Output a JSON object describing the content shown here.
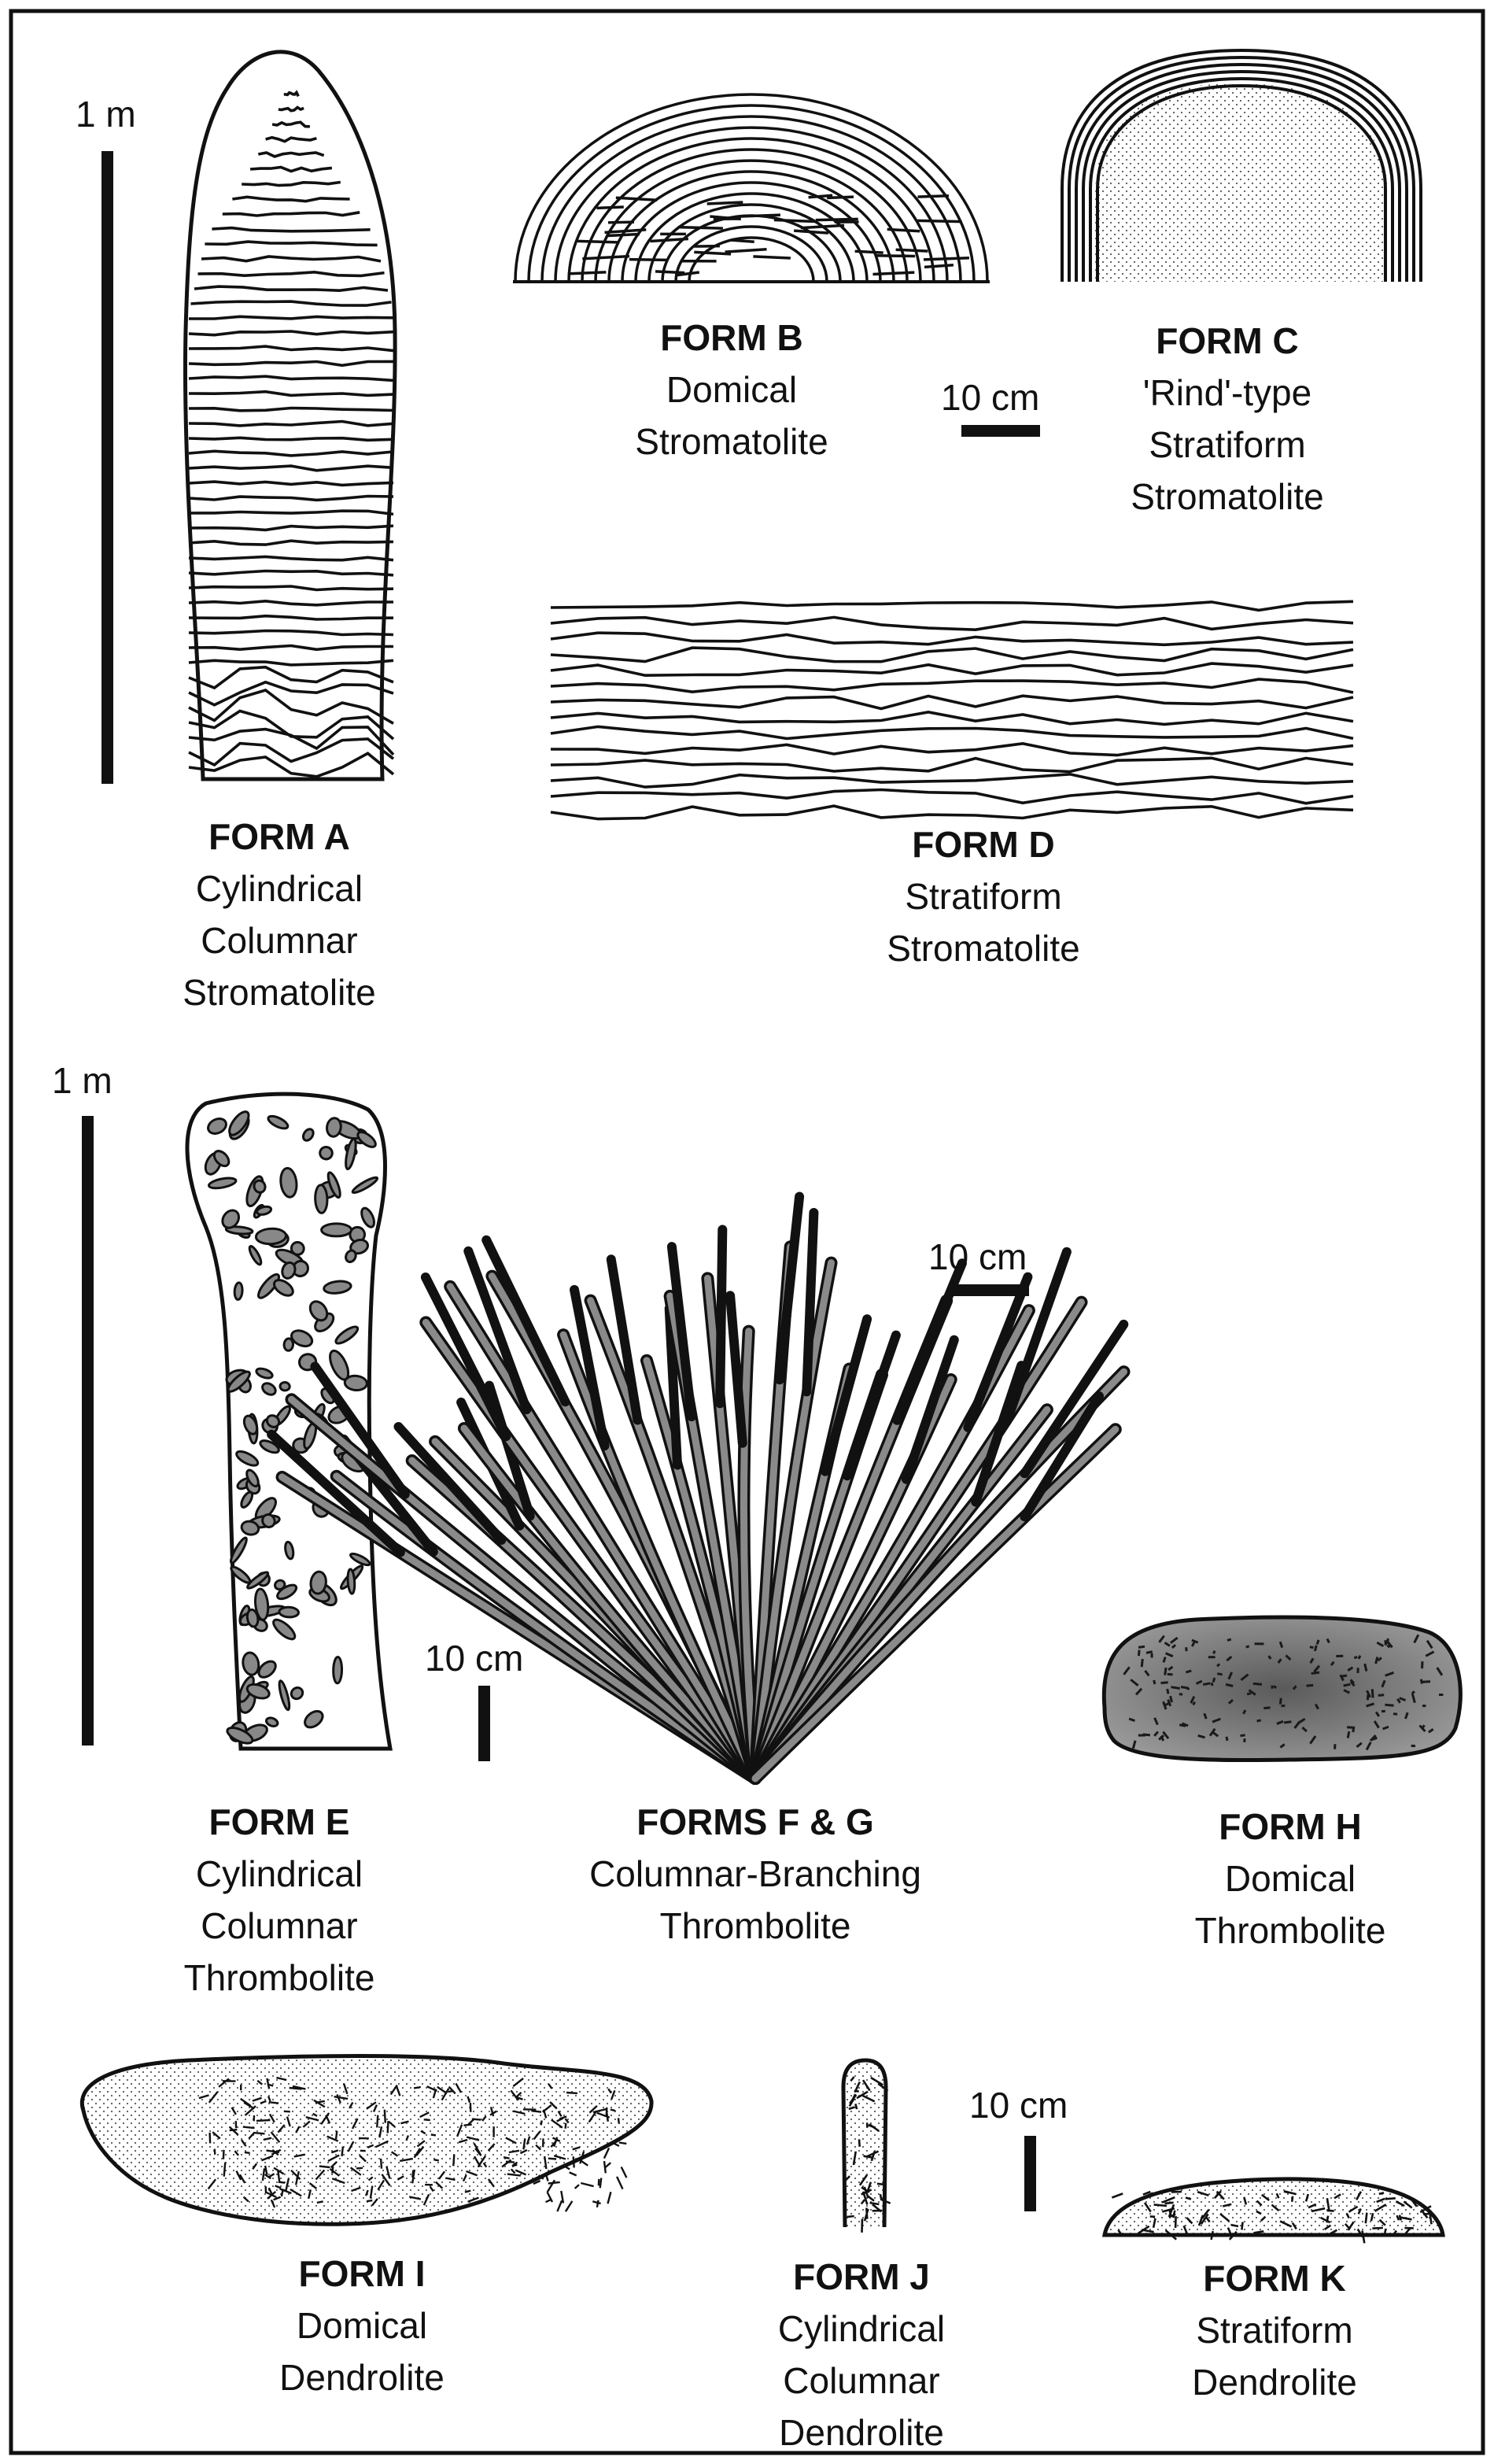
{
  "scales": {
    "top_1m": "1 m",
    "bc_10cm": "10 cm",
    "fg_10cm": "10 cm",
    "e_10cm": "10 cm",
    "jk_10cm": "10 cm",
    "bottom_1m": "1 m"
  },
  "forms": {
    "a": {
      "title": "FORM A",
      "desc": [
        "Cylindrical",
        "Columnar",
        "Stromatolite"
      ]
    },
    "b": {
      "title": "FORM B",
      "desc": [
        "Domical",
        "Stromatolite"
      ]
    },
    "c": {
      "title": "FORM C",
      "desc": [
        "'Rind'-type",
        "Stratiform",
        "Stromatolite"
      ]
    },
    "d": {
      "title": "FORM D",
      "desc": [
        "Stratiform",
        "Stromatolite"
      ]
    },
    "e": {
      "title": "FORM E",
      "desc": [
        "Cylindrical",
        "Columnar",
        "Thrombolite"
      ]
    },
    "fg": {
      "title": "FORMS F & G",
      "desc": [
        "Columnar-Branching",
        "Thrombolite"
      ]
    },
    "h": {
      "title": "FORM H",
      "desc": [
        "Domical",
        "Thrombolite"
      ]
    },
    "i": {
      "title": "FORM I",
      "desc": [
        "Domical",
        "Dendrolite"
      ]
    },
    "j": {
      "title": "FORM J",
      "desc": [
        "Cylindrical",
        "Columnar",
        "Dendrolite"
      ]
    },
    "k": {
      "title": "FORM K",
      "desc": [
        "Stratiform",
        "Dendrolite"
      ]
    }
  }
}
